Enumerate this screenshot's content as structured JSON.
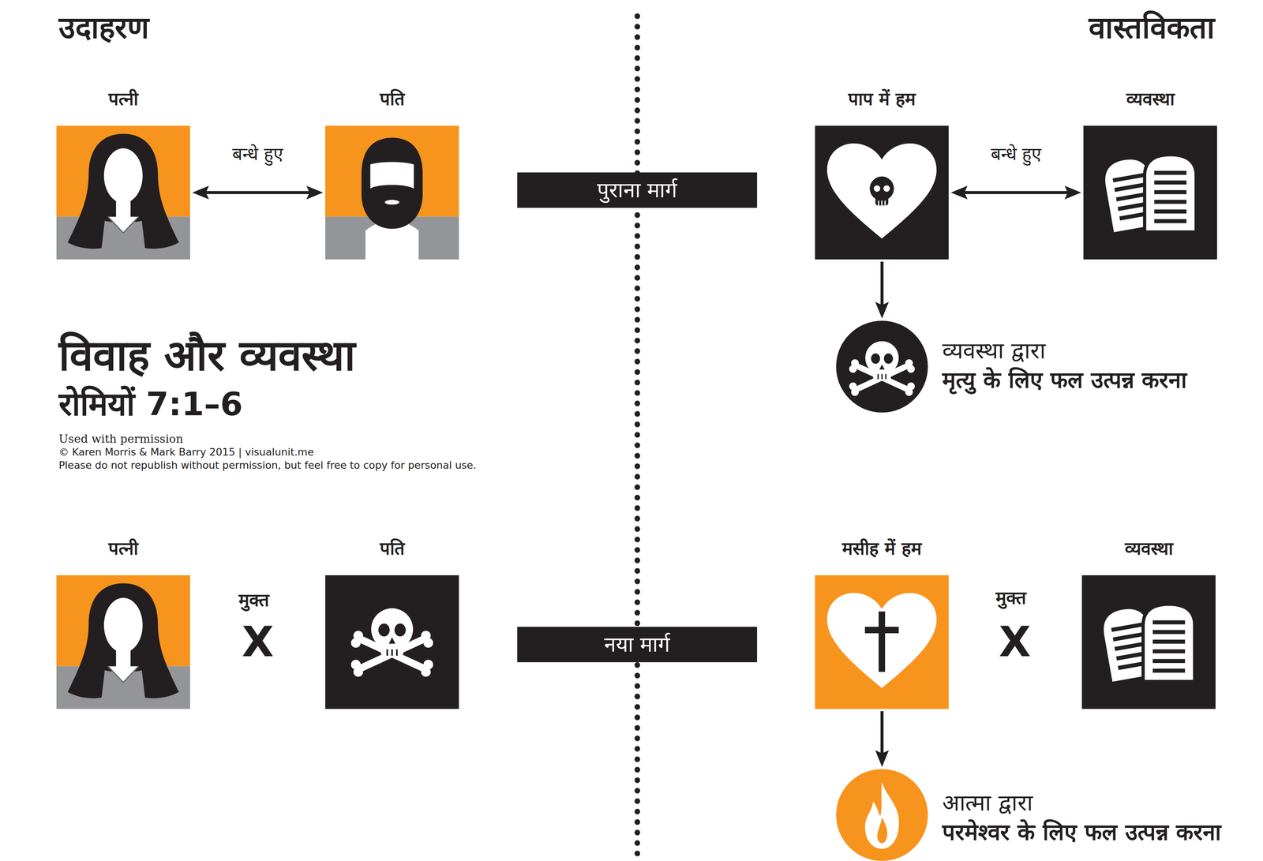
{
  "diagram": {
    "title": "विवाह और व्यवस्था",
    "nodes": [
      {
        "text": [
          "पत्नी"
        ]
      },
      {
        "text": [
          "पति"
        ]
      },
      {
        "text": [
          "पुराना मार्ग"
        ]
      },
      {
        "text": [
          "पाप में हम"
        ]
      },
      {
        "text": [
          "व्यवस्था"
        ]
      },
      {
        "text": [
          "व्यवस्था द्वारा",
          "मृत्यु के लिए फल उत्पन्न करना"
        ]
      },
      {
        "text": [
          "पत्नी"
        ]
      },
      {
        "text": [
          "पति"
        ]
      },
      {
        "text": [
          "नया मार्ग"
        ]
      },
      {
        "text": [
          "मसीह में हम"
        ]
      },
      {
        "text": [
          "व्यवस्था"
        ]
      },
      {
        "text": [
          "आत्मा द्वारा",
          "परमेश्वर के लिए फल उत्पन्न करना"
        ]
      }
    ],
    "edges": [
      {
        "from": 0,
        "to": 1,
        "label": "बन्धे हुए",
        "arrow": "both"
      },
      {
        "from": 3,
        "to": 4,
        "label": "बन्धे हुए",
        "arrow": "both"
      },
      {
        "from": 3,
        "to": 5,
        "arrow": "to"
      },
      {
        "from": 9,
        "to": 11,
        "arrow": "to"
      }
    ],
    "labels": [
      "उदाहरण",
      "वास्तविकता",
      "रोमियों 7:1–6",
      "Used with permission",
      "© Karen Morris & Mark Barry 2015  |  visualunit.me",
      "Please do not republish without permission, but feel free to copy for personal use.",
      "मुक्त",
      "X",
      "मुक्त",
      "X"
    ]
  }
}
